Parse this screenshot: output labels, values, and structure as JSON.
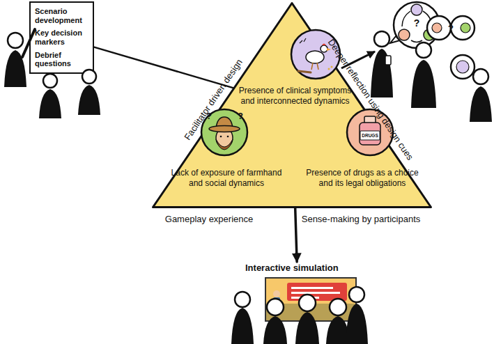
{
  "diagram": {
    "nodes": [
      {
        "text": [
          "Scenario development",
          "Key decision markers",
          "Debrief questions"
        ]
      },
      {
        "text": [
          "Presence of clinical symptoms and interconnected dynamics",
          "Lack of exposure of farmhand and social dynamics",
          "Presence of drugs as a choice and its legal obligations"
        ]
      },
      {
        "text": [
          "Interactive simulation"
        ]
      }
    ],
    "edges": [
      {
        "from": 0,
        "to": 1,
        "arrow": "none"
      },
      {
        "from": 1,
        "to": 2,
        "arrow": "to"
      }
    ],
    "labels": [
      "Facilitator driven design",
      "Deeper reflection using design cues",
      "Gameplay experience",
      "Sense-making by participants",
      "DRUGS",
      "?",
      "?",
      "?",
      "?"
    ]
  }
}
